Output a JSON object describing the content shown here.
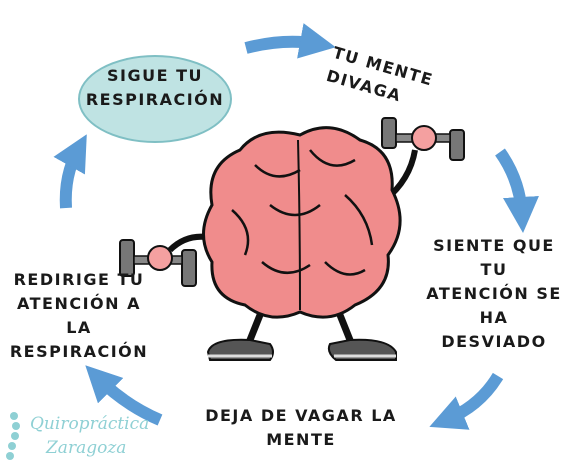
{
  "steps": [
    {
      "lines": [
        "SIGUE TU",
        "RESPIRACIÓN"
      ]
    },
    {
      "lines": [
        "TU MENTE DIVAGA"
      ]
    },
    {
      "lines": [
        "SIENTE QUE",
        "TU",
        "ATENCIÓN SE",
        "HA",
        "DESVIADO"
      ]
    },
    {
      "lines": [
        "DEJA DE VAGAR LA",
        "MENTE"
      ]
    },
    {
      "lines": [
        "REDIRIGE TU",
        "ATENCIÓN A",
        "LA",
        "RESPIRACIÓN"
      ]
    }
  ],
  "logo": {
    "line1": "Quiropráctica",
    "line2": "Zaragoza"
  },
  "colors": {
    "arrow": "#5b9bd5",
    "ellipse_fill": "#bfe3e3",
    "brain": "#f08c8c",
    "text": "#1a1a1a",
    "logo": "#8fd0d4"
  },
  "icons": {
    "center": "brain-with-dumbbells-illustration",
    "logo": "spine-icon"
  }
}
